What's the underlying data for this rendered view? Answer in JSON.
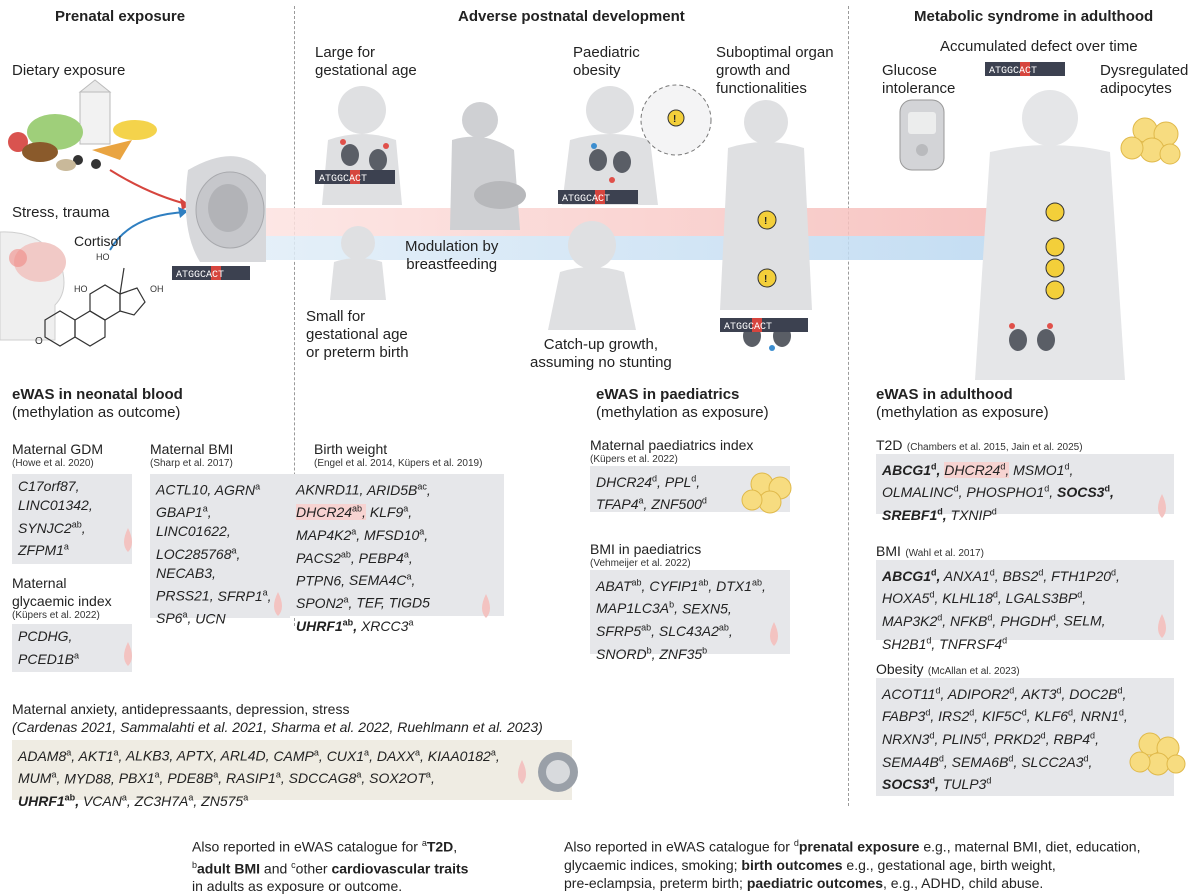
{
  "headers": {
    "prenatal": "Prenatal exposure",
    "postnatal": "Adverse postnatal development",
    "adulthood": "Metabolic syndrome in adulthood"
  },
  "labels": {
    "dietary": "Dietary exposure",
    "stress": "Stress, trauma",
    "cortisol": "Cortisol",
    "large_gest": [
      "Large for",
      "gestational age"
    ],
    "small_gest": [
      "Small for",
      "gestational age",
      "or preterm birth"
    ],
    "breastfeeding": [
      "Modulation by",
      "breastfeeding"
    ],
    "paed_obesity": [
      "Paediatric",
      "obesity"
    ],
    "catchup": [
      "Catch-up growth,",
      "assuming no stunting"
    ],
    "organ": [
      "Suboptimal organ",
      "growth and",
      "functionalities"
    ],
    "accumulated": "Accumulated defect over time",
    "glucose": [
      "Glucose",
      "intolerance"
    ],
    "adipocytes": [
      "Dysregulated",
      "adipocytes"
    ],
    "dna_seq": "ATGGCACT"
  },
  "sections": {
    "neonatal": {
      "title": "eWAS in neonatal blood",
      "subtitle": "(methylation as outcome)"
    },
    "paediatrics": {
      "title": "eWAS in paediatrics",
      "subtitle": "(methylation as exposure)"
    },
    "adulthood": {
      "title": "eWAS in adulthood",
      "subtitle": "(methylation as exposure)"
    }
  },
  "groups": {
    "gdm": {
      "title": "Maternal GDM",
      "ref": "(Howe et al. 2020)"
    },
    "bmi": {
      "title": "Maternal BMI",
      "ref": "(Sharp et al. 2017)"
    },
    "glycaemic": {
      "title": [
        "Maternal",
        "glycaemic index"
      ],
      "ref": "(Küpers et al. 2022)"
    },
    "birthweight": {
      "title": "Birth weight",
      "ref": "(Engel et al. 2014, Küpers et al. 2019)"
    },
    "paed_index": {
      "title": "Maternal paediatrics index",
      "ref": "(Küpers et al. 2022)"
    },
    "paed_bmi": {
      "title": "BMI in paediatrics",
      "ref": "(Vehmeijer et al. 2022)"
    },
    "t2d": {
      "title": "T2D",
      "ref": "(Chambers et al. 2015, Jain et al. 2025)"
    },
    "adult_bmi": {
      "title": "BMI",
      "ref": "(Wahl et al. 2017)"
    },
    "obesity": {
      "title": "Obesity",
      "ref": "(McAllan et al. 2023)"
    },
    "anxiety": {
      "title": "Maternal anxiety, antidepressaants, depression, stress",
      "ref": "(Cardenas 2021, Sammalahti et al. 2021, Sharma et al. 2022, Ruehlmann et al. 2023)"
    }
  },
  "genes": {
    "gdm": [
      [
        "C17orf87,"
      ],
      [
        "LINC01342,"
      ],
      [
        "SYNJC2|ab|,"
      ],
      [
        "ZFPM1|a"
      ]
    ],
    "bmi": [
      [
        "ACTL10,",
        "AGRN|a|"
      ],
      [
        "GBAP1|a|,"
      ],
      [
        "LINC01622,"
      ],
      [
        "LOC285768|a|,"
      ],
      [
        "NECAB3,"
      ],
      [
        "PRSS21,",
        "SFRP1|a|,"
      ],
      [
        "SP6|a|,",
        "UCN"
      ]
    ],
    "glycaemic": [
      [
        "PCDHG,"
      ],
      [
        "PCED1B|a"
      ]
    ],
    "birthweight": [
      [
        "AKNRD11,",
        "ARID5B|ac|,"
      ],
      [
        "!DHCR24|ab|,",
        "KLF9|a|,"
      ],
      [
        "MAP4K2|a|,",
        "MFSD10|a|,"
      ],
      [
        "PACS2|ab|,",
        "PEBP4|a|,"
      ],
      [
        "PTPN6,",
        "SEMA4C|a|,"
      ],
      [
        "SPON2|a|,",
        "TEF,",
        "TIGD5"
      ],
      [
        "*UHRF1|ab|,",
        "XRCC3|a"
      ]
    ],
    "paed_index": [
      [
        "DHCR24|d|,",
        "PPL|d|,"
      ],
      [
        "TFAP4|a|,",
        "ZNF500|d"
      ]
    ],
    "paed_bmi": [
      [
        "ABAT|ab|,",
        "CYFIP1|ab|,",
        "DTX1|ab|,"
      ],
      [
        "MAP1LC3A|b|,",
        "SEXN5,"
      ],
      [
        "SFRP5|ab|,",
        "SLC43A2|ab|,"
      ],
      [
        "SNORD|b|,",
        "ZNF35|b"
      ]
    ],
    "t2d": [
      [
        "*ABCG1|d|,",
        "!DHCR24|d|,",
        "MSMO1|d|,"
      ],
      [
        "OLMALINC|d|,",
        "PHOSPHO1|d|,",
        "*SOCS3|d|,"
      ],
      [
        "*SREBF1|d|,",
        "TXNIP|d"
      ]
    ],
    "adult_bmi": [
      [
        "*ABCG1|d|,",
        "ANXA1|d|,",
        "BBS2|d|,",
        "FTH1P20|d|,"
      ],
      [
        "HOXA5|d|,",
        "KLHL18|d|,",
        "LGALS3BP|d|,"
      ],
      [
        "MAP3K2|d|,",
        "NFKB|d|,",
        "PHGDH|d|,",
        "SELM,"
      ],
      [
        "SH2B1|d|,",
        "TNFRSF4|d"
      ]
    ],
    "obesity": [
      [
        "ACOT11|d|,",
        "ADIPOR2|d|,",
        "AKT3|d|,",
        "DOC2B|d|,"
      ],
      [
        "FABP3|d|,",
        "IRS2|d|,",
        "KIF5C|d|,",
        "KLF6|d|,",
        "NRN1|d|,"
      ],
      [
        "NRXN3|d|,",
        "PLIN5|d|,",
        "PRKD2|d|,",
        "RBP4|d|,"
      ],
      [
        "SEMA4B|d|,",
        "SEMA6B|d|,",
        "SLCC2A3|d|,"
      ],
      [
        "*SOCS3|d|,",
        "TULP3|d"
      ]
    ],
    "anxiety": [
      [
        "ADAM8|a|,",
        "AKT1|a|,",
        "ALKB3,",
        "APTX,",
        "ARL4D,",
        "CAMP|a|,",
        "CUX1|a|,",
        "DAXX|a|,",
        "KIAA0182|a|,"
      ],
      [
        "MUM|a|,",
        "MYD88,",
        "PBX1|a|,",
        "PDE8B|a|,",
        "RASIP1|a|,",
        "SDCCAG8|a|,",
        "SOX2OT|a|,"
      ],
      [
        "*UHRF1|ab|,",
        "VCAN|a|,",
        "ZC3H7A|a|,",
        "ZN575|a"
      ]
    ]
  },
  "footnotes": {
    "left": {
      "line1_pre": "Also reported in eWAS catalogue for ",
      "line1_sup": "a",
      "line1_bold": "T2D",
      "line1_end": ",",
      "line2_sup": "b",
      "line2_bold": "adult BMI",
      "line2_mid": " and ",
      "line2_sup2": "c",
      "line2_text": "other ",
      "line2_bold2": "cardiovascular traits",
      "line3": "in adults as exposure or outcome."
    },
    "right": {
      "line1_pre": "Also reported in eWAS catalogue for ",
      "line1_sup": "d",
      "line1_bold": "prenatal exposure",
      "line1_end": " e.g., maternal BMI, diet, education,",
      "line2_pre": "glycaemic indices, smoking; ",
      "line2_bold": "birth outcomes",
      "line2_end": " e.g., gestational age, birth weight,",
      "line3_pre": "pre-eclampsia, preterm birth; ",
      "line3_bold": "paediatric outcomes",
      "line3_end": ", e.g., ADHD, child abuse."
    }
  },
  "colors": {
    "box": "#e6e7ea",
    "box_beige": "#efece3",
    "highlight": "#f7d3d1",
    "arrow_red": "#f7c9c7",
    "arrow_blue": "#c9e0f4",
    "silhouette": "#dfe0e2"
  }
}
